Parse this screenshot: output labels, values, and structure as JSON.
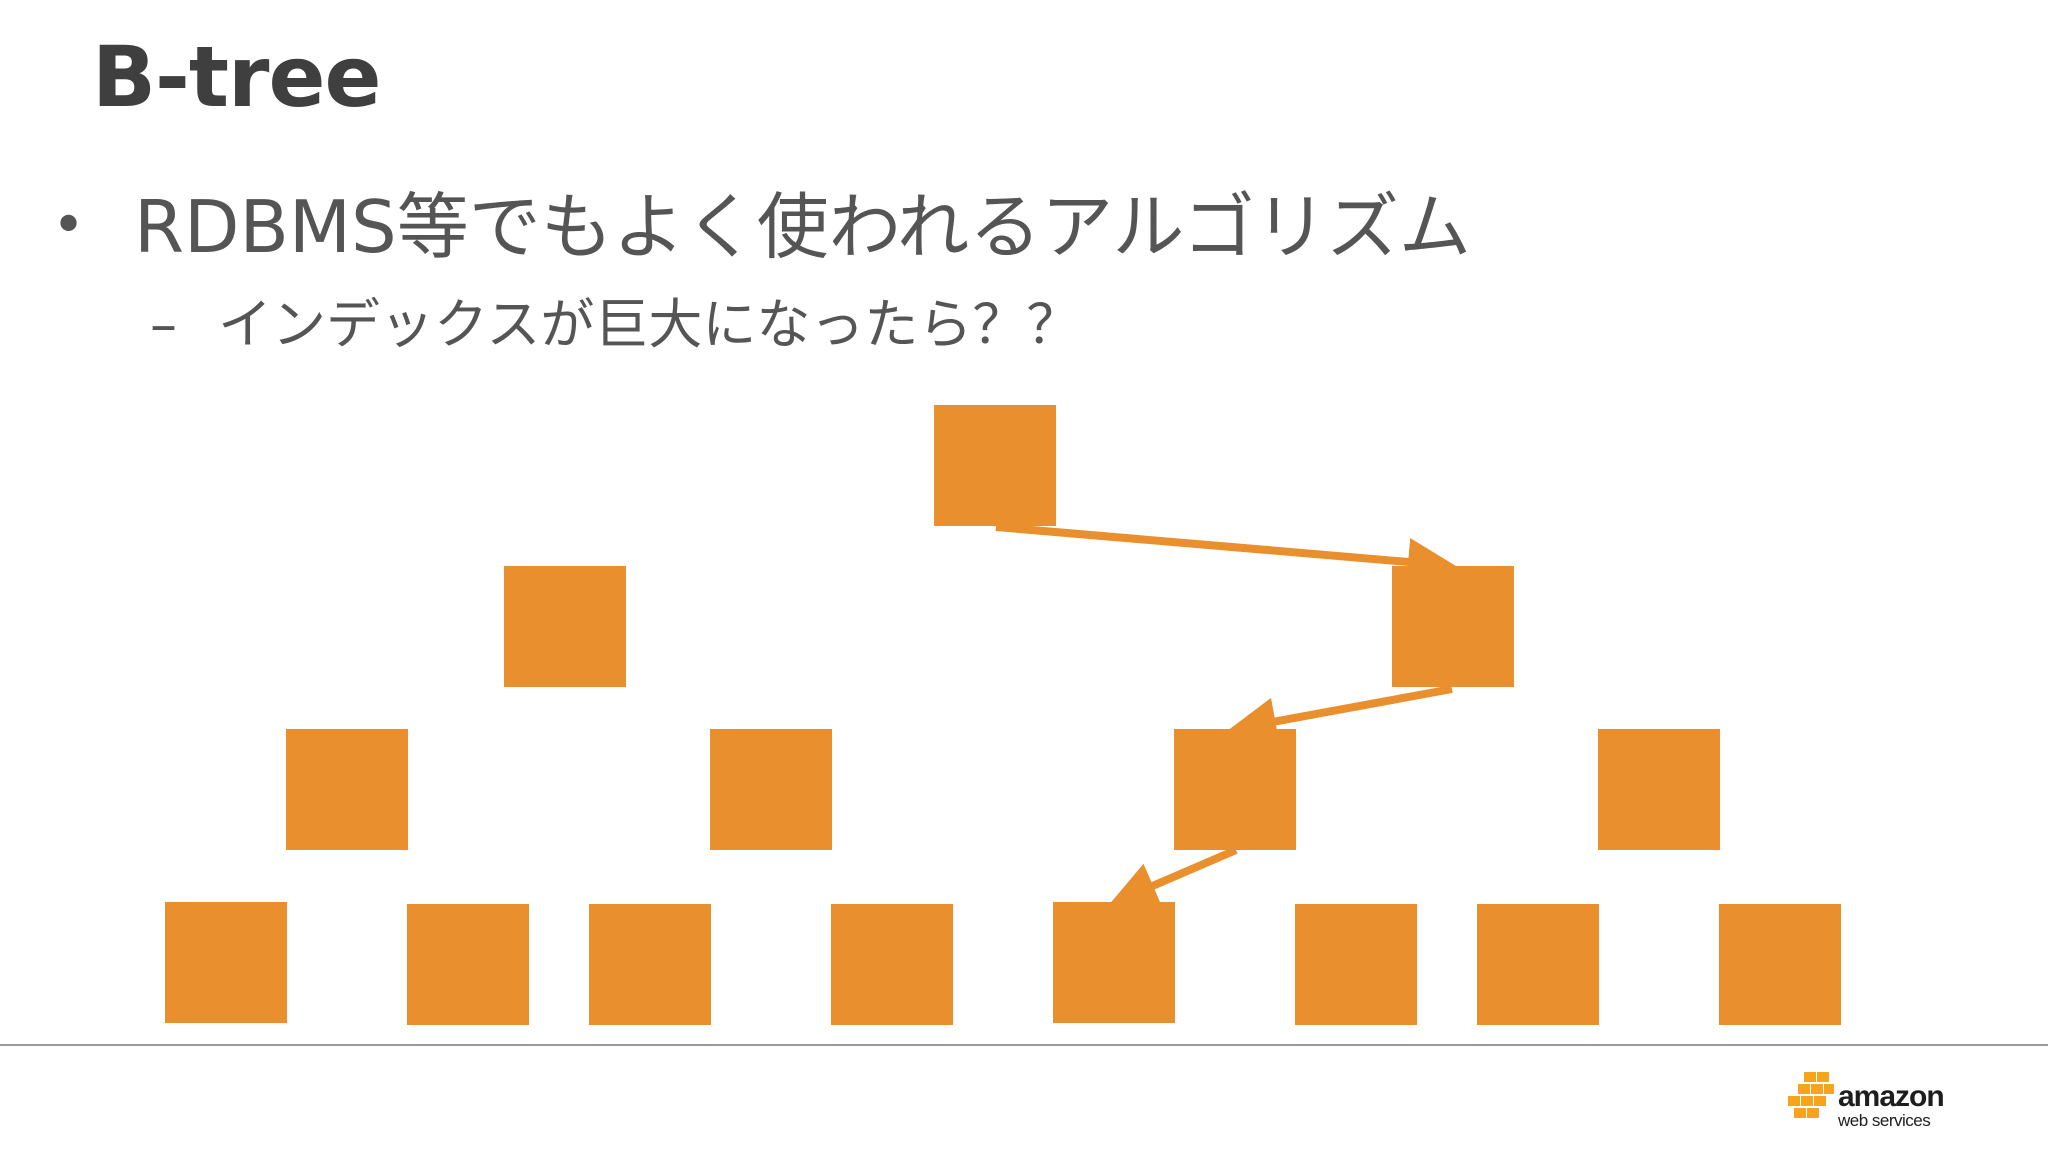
{
  "slide": {
    "title": "B-tree",
    "bullets": [
      {
        "marker": "•",
        "text": "RDBMS等でもよく使われるアルゴリズム",
        "sub_bullets": [
          {
            "marker": "–",
            "text": "インデックスが巨大になったら？？"
          }
        ]
      }
    ]
  },
  "diagram": {
    "node_color": "#E98F2E",
    "arrow_color": "#E98F2E",
    "levels": [
      {
        "level": 0,
        "node_count": 1
      },
      {
        "level": 1,
        "node_count": 2
      },
      {
        "level": 2,
        "node_count": 4
      },
      {
        "level": 3,
        "node_count": 8
      }
    ],
    "search_path": [
      "level0-node1",
      "level1-node2",
      "level2-node3",
      "level3-node5"
    ]
  },
  "footer": {
    "logo_word": "amazon",
    "logo_sub": "web services",
    "logo_color": "#F4A51C"
  }
}
